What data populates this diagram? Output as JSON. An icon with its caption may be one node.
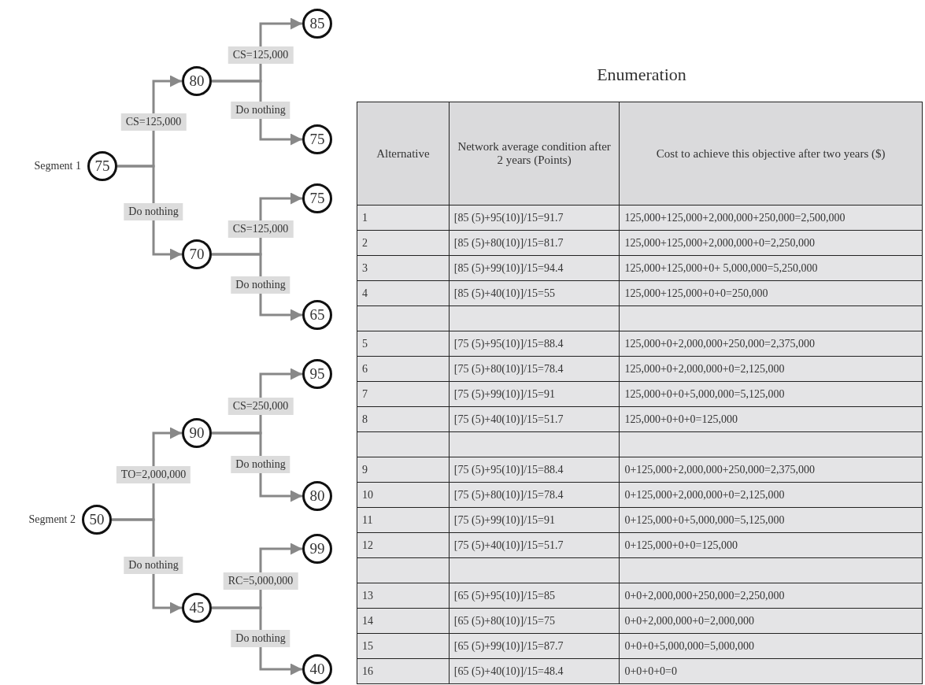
{
  "diagram": {
    "title": "Enumeration",
    "nodes": [
      {
        "text": [
          "75"
        ],
        "beside": [
          "Segment 1"
        ]
      },
      {
        "text": [
          "80"
        ]
      },
      {
        "text": [
          "85"
        ]
      },
      {
        "text": [
          "75"
        ]
      },
      {
        "text": [
          "70"
        ]
      },
      {
        "text": [
          "75"
        ]
      },
      {
        "text": [
          "65"
        ]
      },
      {
        "text": [
          "50"
        ],
        "beside": [
          "Segment 2"
        ]
      },
      {
        "text": [
          "90"
        ]
      },
      {
        "text": [
          "95"
        ]
      },
      {
        "text": [
          "80"
        ]
      },
      {
        "text": [
          "45"
        ]
      },
      {
        "text": [
          "99"
        ]
      },
      {
        "text": [
          "40"
        ]
      }
    ],
    "edges": [
      {
        "from": 0,
        "to": 1,
        "arrow": "to",
        "label": "CS=125,000"
      },
      {
        "from": 0,
        "to": 4,
        "arrow": "to",
        "label": "Do nothing"
      },
      {
        "from": 1,
        "to": 2,
        "arrow": "to",
        "label": "CS=125,000"
      },
      {
        "from": 1,
        "to": 3,
        "arrow": "to",
        "label": "Do nothing"
      },
      {
        "from": 4,
        "to": 5,
        "arrow": "to",
        "label": "CS=125,000"
      },
      {
        "from": 4,
        "to": 6,
        "arrow": "to",
        "label": "Do nothing"
      },
      {
        "from": 7,
        "to": 8,
        "arrow": "to",
        "label": "TO=2,000,000"
      },
      {
        "from": 7,
        "to": 11,
        "arrow": "to",
        "label": "Do nothing"
      },
      {
        "from": 8,
        "to": 9,
        "arrow": "to",
        "label": "CS=250,000"
      },
      {
        "from": 8,
        "to": 10,
        "arrow": "to",
        "label": "Do nothing"
      },
      {
        "from": 11,
        "to": 12,
        "arrow": "to",
        "label": "RC=5,000,000"
      },
      {
        "from": 11,
        "to": 13,
        "arrow": "to",
        "label": "Do nothing"
      }
    ],
    "labels": [
      "Alternative",
      "Network average condition after 2 years (Points)",
      "Cost to achieve this objective after two years ($)",
      "1",
      "[85 (5)+95(10)]/15=91.7",
      "125,000+125,000+2,000,000+250,000=2,500,000",
      "2",
      "[85 (5)+80(10)]/15=81.7",
      "125,000+125,000+2,000,000+0=2,250,000",
      "3",
      "[85 (5)+99(10)]/15=94.4",
      "125,000+125,000+0+ 5,000,000=5,250,000",
      "4",
      "[85 (5)+40(10)]/15=55",
      "125,000+125,000+0+0=250,000",
      "5",
      "[75 (5)+95(10)]/15=88.4",
      "125,000+0+2,000,000+250,000=2,375,000",
      "6",
      "[75 (5)+80(10)]/15=78.4",
      "125,000+0+2,000,000+0=2,125,000",
      "7",
      "[75 (5)+99(10)]/15=91",
      "125,000+0+0+5,000,000=5,125,000",
      "8",
      "[75 (5)+40(10)]/15=51.7",
      "125,000+0+0+0=125,000",
      "9",
      "[75 (5)+95(10)]/15=88.4",
      "0+125,000+2,000,000+250,000=2,375,000",
      "10",
      "[75 (5)+80(10)]/15=78.4",
      "0+125,000+2,000,000+0=2,125,000",
      "11",
      "[75 (5)+99(10)]/15=91",
      "0+125,000+0+5,000,000=5,125,000",
      "12",
      "[75 (5)+40(10)]/15=51.7",
      "0+125,000+0+0=125,000",
      "13",
      "[65 (5)+95(10)]/15=85",
      "0+0+2,000,000+250,000=2,250,000",
      "14",
      "[65 (5)+80(10)]/15=75",
      "0+0+2,000,000+0=2,000,000",
      "15",
      "[65 (5)+99(10)]/15=87.7",
      "0+0+0+5,000,000=5,000,000",
      "16",
      "[65 (5)+40(10)]/15=48.4",
      "0+0+0+0=0"
    ]
  }
}
